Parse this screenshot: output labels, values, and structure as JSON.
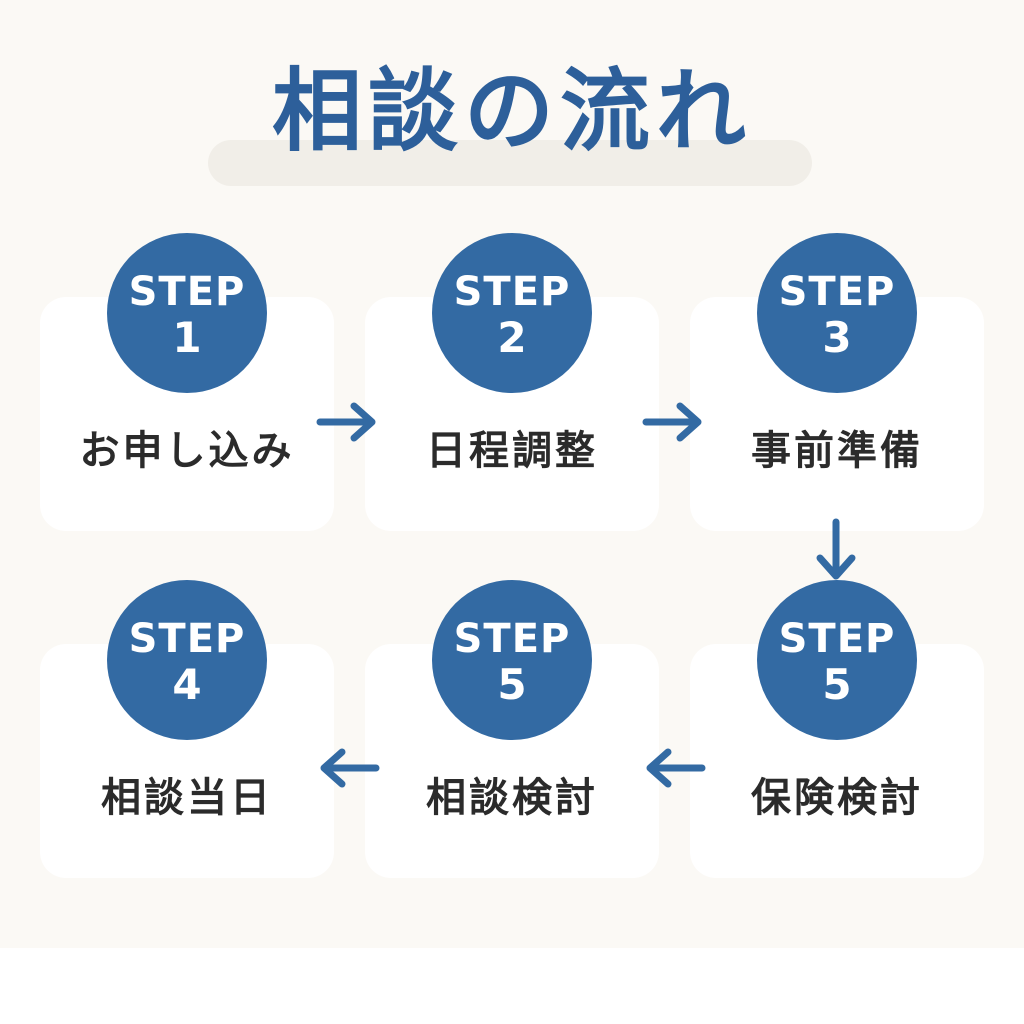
{
  "title": "相談の流れ",
  "steps": [
    {
      "step_word": "STEP",
      "number": "1",
      "label": "お申し込み"
    },
    {
      "step_word": "STEP",
      "number": "2",
      "label": "日程調整"
    },
    {
      "step_word": "STEP",
      "number": "3",
      "label": "事前準備"
    },
    {
      "step_word": "STEP",
      "number": "4",
      "label": "相談当日"
    },
    {
      "step_word": "STEP",
      "number": "5",
      "label": "相談検討"
    },
    {
      "step_word": "STEP",
      "number": "5",
      "label": "保険検討"
    }
  ],
  "arrows": [
    "right-arrow",
    "right-arrow",
    "down-arrow",
    "left-arrow",
    "left-arrow"
  ],
  "colors": {
    "accent": "#336aa3",
    "title": "#2d5f9a",
    "background": "#fbf9f5",
    "card": "#ffffff",
    "text": "#2b2b2b"
  }
}
